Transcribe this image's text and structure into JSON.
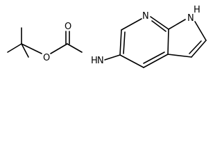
{
  "molecule": {
    "atoms": {
      "carbonyl_oxygen": "O",
      "ester_oxygen": "O",
      "amide_nitrogen": "N",
      "amide_hydrogen": "H",
      "pyridine_nitrogen": "N",
      "pyrrole_hydrogen": "H",
      "pyrrole_nitrogen": "N"
    },
    "colors": {
      "bond": "#000000",
      "label": "#000000",
      "background": "#ffffff"
    }
  }
}
